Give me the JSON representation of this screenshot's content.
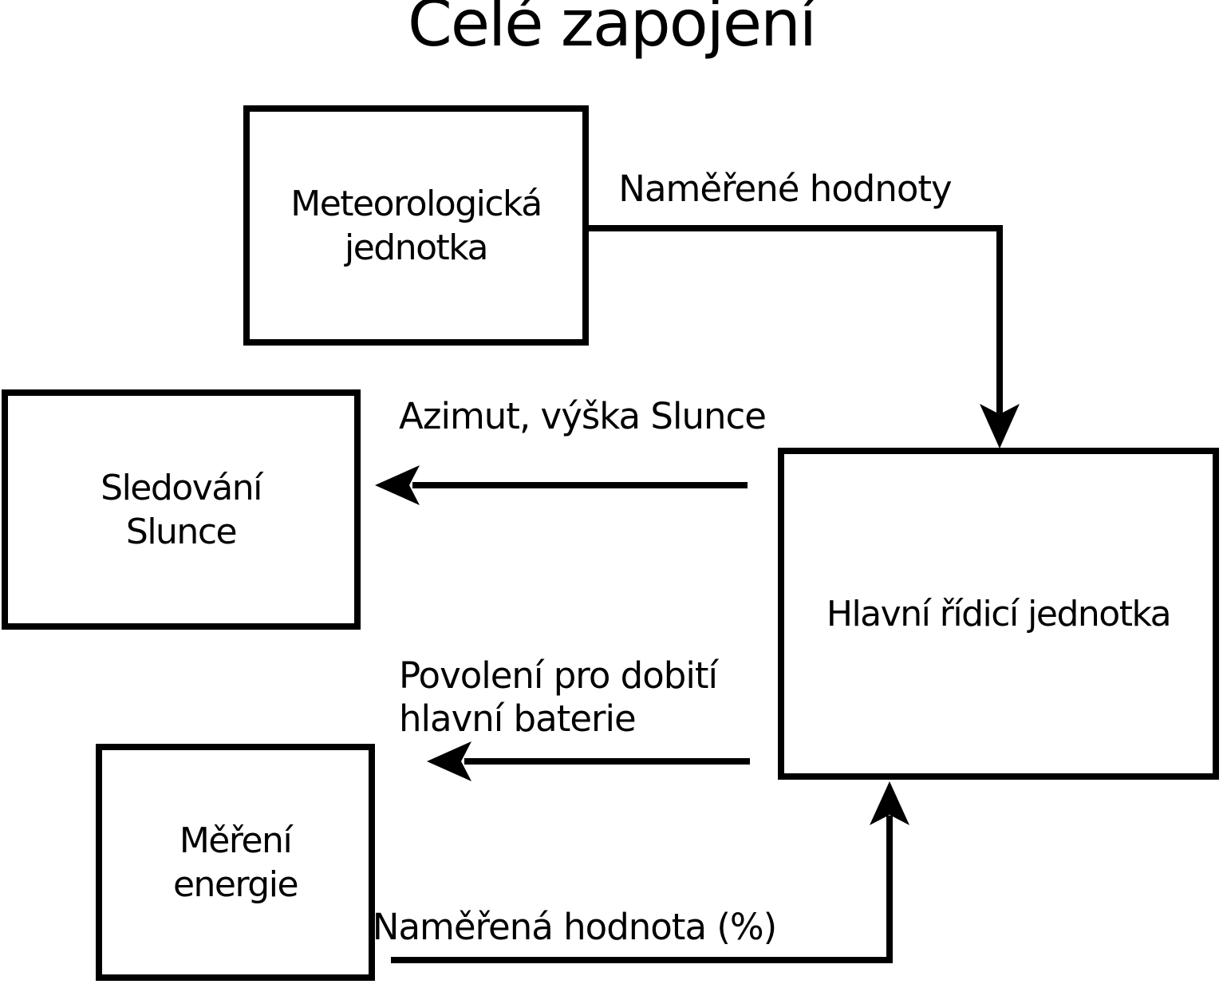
{
  "title": "Celé zapojení",
  "colors": {
    "ink": "#000000",
    "background": "#ffffff"
  },
  "nodes": {
    "meteorologicka_jednotka": {
      "line1": "Meteorologická",
      "line2": "jednotka"
    },
    "sledovani_slunce": {
      "line1": "Sledování",
      "line2": "Slunce"
    },
    "mereni_energie": {
      "line1": "Měření",
      "line2": "energie"
    },
    "hlavni_ridici_jednotka": {
      "label": "Hlavní řídicí jednotka"
    }
  },
  "edges": {
    "namerene_hodnoty": {
      "label": "Naměřené hodnoty",
      "from": "Meteorologická jednotka",
      "to": "Hlavní řídicí jednotka"
    },
    "azimut_vyska_slunce": {
      "label": "Azimut, výška Slunce",
      "from": "Hlavní řídicí jednotka",
      "to": "Sledování Slunce"
    },
    "povoleni_pro_dobiti": {
      "label_line1": "Povolení pro dobití",
      "label_line2": "hlavní baterie",
      "from": "Hlavní řídicí jednotka",
      "to": "Měření energie"
    },
    "namerena_hodnota": {
      "label": "Naměřená hodnota (%)",
      "from": "Měření energie",
      "to": "Hlavní řídicí jednotka"
    }
  }
}
